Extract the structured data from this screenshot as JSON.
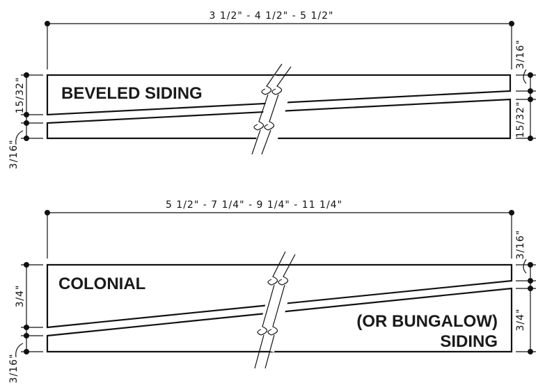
{
  "beveled": {
    "width_dimension": "3 1/2\"  -  4 1/2\"  -  5 1/2\"",
    "label": "BEVELED SIDING",
    "left_thick": "15/32\"",
    "left_thin": "3/16\"",
    "right_thin": "3/16\"",
    "right_thick": "15/32\""
  },
  "colonial": {
    "width_dimension": "5 1/2\"  -  7 1/4\"  -  9 1/4\"  -  11 1/4\"",
    "label_line1": "COLONIAL",
    "label_line2": "(OR BUNGALOW)",
    "label_line3": "SIDING",
    "left_thick": "3/4\"",
    "left_thin": "3/16\"",
    "right_thin": "3/16\"",
    "right_thick": "3/4\""
  }
}
